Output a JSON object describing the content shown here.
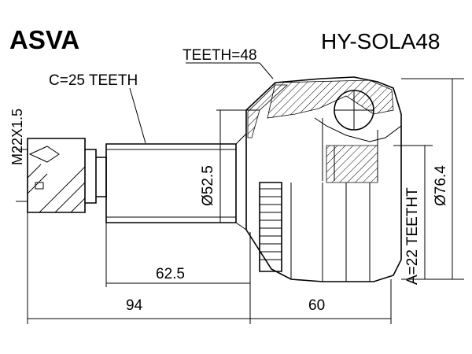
{
  "header": {
    "brand": "ASVA",
    "part_number": "HY-SOLA48"
  },
  "annotations": {
    "abs_teeth": "TEETH=48",
    "spline_c": "C=25 TEETH",
    "thread": "M22X1.5",
    "diam_shaft": "Ø52.5",
    "diam_housing": "Ø76.4",
    "spline_a": "A=22 TEETHT"
  },
  "dimensions": {
    "d1": "62.5",
    "d2": "94",
    "d3": "60"
  }
}
